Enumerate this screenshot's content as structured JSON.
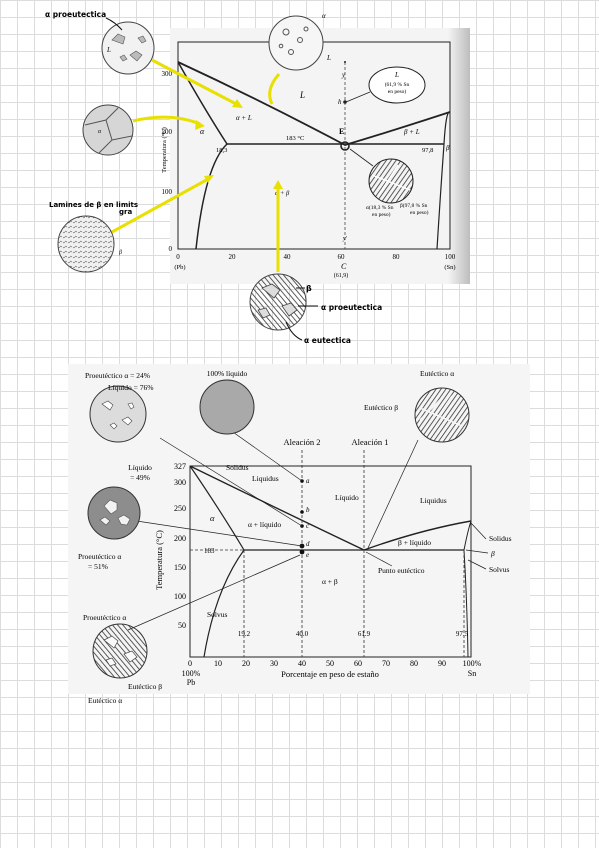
{
  "top": {
    "axis": {
      "ylabel": "Temperatura (°C)",
      "yticks": [
        "0",
        "100",
        "200",
        "300"
      ],
      "xticks": [
        "0",
        "20",
        "40",
        "60",
        "80",
        "100"
      ],
      "x_end_left": "(Pb)",
      "x_end_right": "(Sn)"
    },
    "regions": {
      "L": "L",
      "alpha_L": "α + L",
      "beta_L": "β + L",
      "alpha": "α",
      "beta": "β",
      "alpha_beta": "α + β"
    },
    "eutectic_temp": "183 °C",
    "comp_left": "18,3",
    "comp_right": "97,8",
    "point_E": "E",
    "point_h": "h",
    "point_y": "y",
    "point_y2": "y'",
    "point_C": "C",
    "point_C_comp": "(61,9)",
    "callout_L": [
      "L",
      "(61,9 % Sn",
      "en peso)"
    ],
    "callout_alpha": [
      "α(18,3 % Sn",
      "en peso)"
    ],
    "callout_beta": [
      "β(97,8 % Sn",
      "en peso)"
    ],
    "micro_alpha": "α",
    "micro_L": "L",
    "micro_beta": "β",
    "hand_notes": {
      "alpha_proeutectica_top": "α proeutectica",
      "laminas": "Lamines de β en limits",
      "gra": "gra",
      "beta_arrow": "β",
      "alpha_proeutectica_bottom": "α proeutectica",
      "alpha_eutectica": "α eutectica"
    }
  },
  "bottom": {
    "axis": {
      "ylabel": "Temperatura (°C)",
      "xlabel": "Porcentaje en peso de estaño",
      "yticks": [
        "50",
        "100",
        "150",
        "200",
        "250",
        "300",
        "327"
      ],
      "xticks": [
        "0",
        "10",
        "20",
        "30",
        "40",
        "50",
        "60",
        "70",
        "80",
        "90",
        "100%"
      ],
      "x_left_end": [
        "100%",
        "Pb"
      ],
      "x_right_end": "Sn",
      "temp_183": "183",
      "comp_marks": [
        "19.2",
        "40.0",
        "61.9",
        "97.5"
      ]
    },
    "alloys": {
      "a2": "Aleación 2",
      "a1": "Aleación 1"
    },
    "region_labels": {
      "liquido": "Líquido",
      "liquidus_left": "Liquidus",
      "solidus_left": "Solidus",
      "alpha": "α",
      "alpha_liq": "α + líquido",
      "beta_liq": "β + líquido",
      "alpha_beta": "α + β",
      "solvus_left": "Solvus",
      "liquidus_right": "Liquidus",
      "solidus_right": "Solidus",
      "beta_right": "β",
      "solvus_right": "Solvus",
      "punto_eutectico": "Punto eutéctico"
    },
    "points": [
      "a",
      "b",
      "c",
      "d",
      "e"
    ],
    "micro_labels": {
      "proeut_alpha_24": "Proeutéctico α = 24%",
      "liquido_76": "Líquido = 76%",
      "liquido_100": "100% líquido",
      "eutectico_alpha_top": "Eutéctico α",
      "eutectico_beta_top": "Eutéctico β",
      "liquido_49a": "Líquido",
      "liquido_49b": "= 49%",
      "proeut_alpha_51a": "Proeutéctico α",
      "proeut_alpha_51b": "= 51%",
      "proeut_alpha_bottom": "Proeutéctico α",
      "eutectico_beta_bottom": "Eutéctico β",
      "eutectico_alpha_bottom": "Eutéctico α"
    }
  },
  "colors": {
    "highlight": "#e8e000",
    "line": "#222222"
  }
}
